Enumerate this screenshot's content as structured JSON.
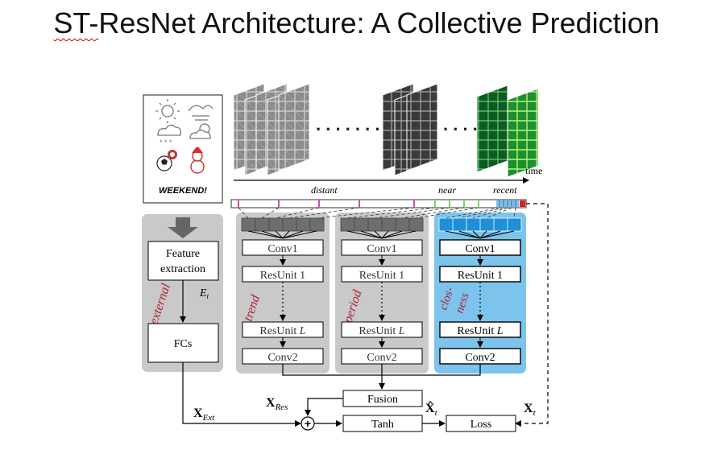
{
  "slide": {
    "title_prefix": "ST-",
    "title_rest": "ResNet Architecture: A Collective Prediction"
  },
  "weather_panel": {
    "weekend_text": "WEEKEND!",
    "icons": [
      "sun-icon",
      "wind-icon",
      "snow-cloud-icon",
      "partly-sunny-icon",
      "sports-ball-icon",
      "snowman-icon"
    ]
  },
  "timeline": {
    "time_label": "time",
    "distant_label": "distant",
    "near_label": "near",
    "recent_label": "recent"
  },
  "external": {
    "feature_line1": "Feature",
    "feature_line2": "extraction",
    "e_label": "E",
    "e_sub": "t",
    "side_label": "external",
    "fcs_label": "FCs"
  },
  "branches": [
    {
      "side_label": "trend",
      "conv1": "Conv1",
      "res1": "ResUnit 1",
      "resL": "ResUnit ",
      "resL_var": "L",
      "conv2": "Conv2"
    },
    {
      "side_label": "period",
      "conv1": "Conv1",
      "res1": "ResUnit 1",
      "resL": "ResUnit ",
      "resL_var": "L",
      "conv2": "Conv2"
    },
    {
      "side_label_1": "clos-",
      "side_label_2": "ness",
      "conv1": "Conv1",
      "res1": "ResUnit 1",
      "resL": "ResUnit ",
      "resL_var": "L",
      "conv2": "Conv2"
    }
  ],
  "fusion": {
    "fusion_label": "Fusion",
    "tanh_label": "Tanh",
    "loss_label": "Loss",
    "x_res": "X",
    "x_res_sub": "Res",
    "x_ext": "X",
    "x_ext_sub": "Ext",
    "x_hat": "X̂",
    "x_hat_sub": "t",
    "x_t": "X",
    "x_t_sub": "t",
    "plus_symbol": "+"
  },
  "colors": {
    "gray_panel": "#c9c9c9",
    "blue_panel": "#7cc4ec",
    "conv_gray": "#6e6e6e",
    "conv_blue": "#1e8fd8",
    "tick_pink": "#d94aa8",
    "tick_green": "#7dd25a",
    "side_text": "#b0203a"
  }
}
